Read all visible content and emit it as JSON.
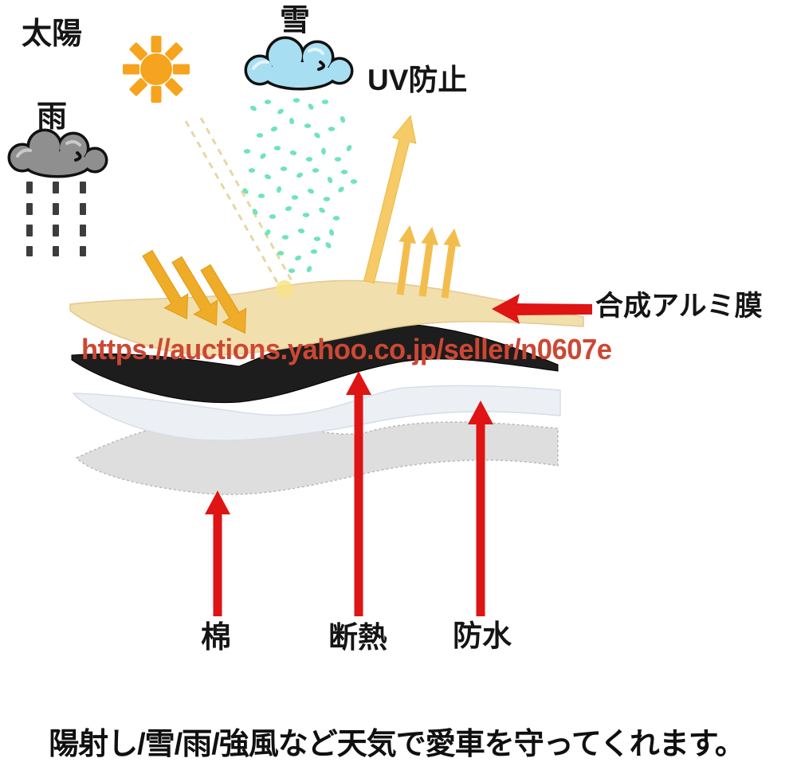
{
  "diagram": {
    "title_context": "car cover material layers weather-protection diagram",
    "weather": {
      "sun_label": "太陽",
      "rain_label": "雨",
      "snow_label": "雪"
    },
    "features": {
      "uv_label": "UV防止",
      "aluminum_label": "合成アルミ膜",
      "cotton_label": "棉",
      "insulation_label": "断熱",
      "waterproof_label": "防水"
    },
    "watermark_url_text": "https://auctions.yahoo.co.jp/seller/n0607e",
    "caption": "陽射し/雪/雨/強風など天気で愛車を守ってくれます。",
    "colors": {
      "sun": "#f6a41e",
      "rain_cloud": "#8f8f8f",
      "rain_drop": "#3d3d3d",
      "snow_cloud": "#a8def2",
      "snowflake": "#70e4b8",
      "ray_dash": "#e6d8a4",
      "ray_glow": "#f8e488",
      "sun_arrow": "#efac28",
      "uv_arrow_big": "#f6ca66",
      "uv_arrow_small": "#f3bd4d",
      "red_arrow": "#df1414",
      "watermark_red": "#cd4733",
      "layer_aluminum": "#f2dfae",
      "layer_insulation": "#1d1d1d",
      "layer_waterproof": "#ecf0f5",
      "layer_cotton": "#dedede"
    }
  }
}
